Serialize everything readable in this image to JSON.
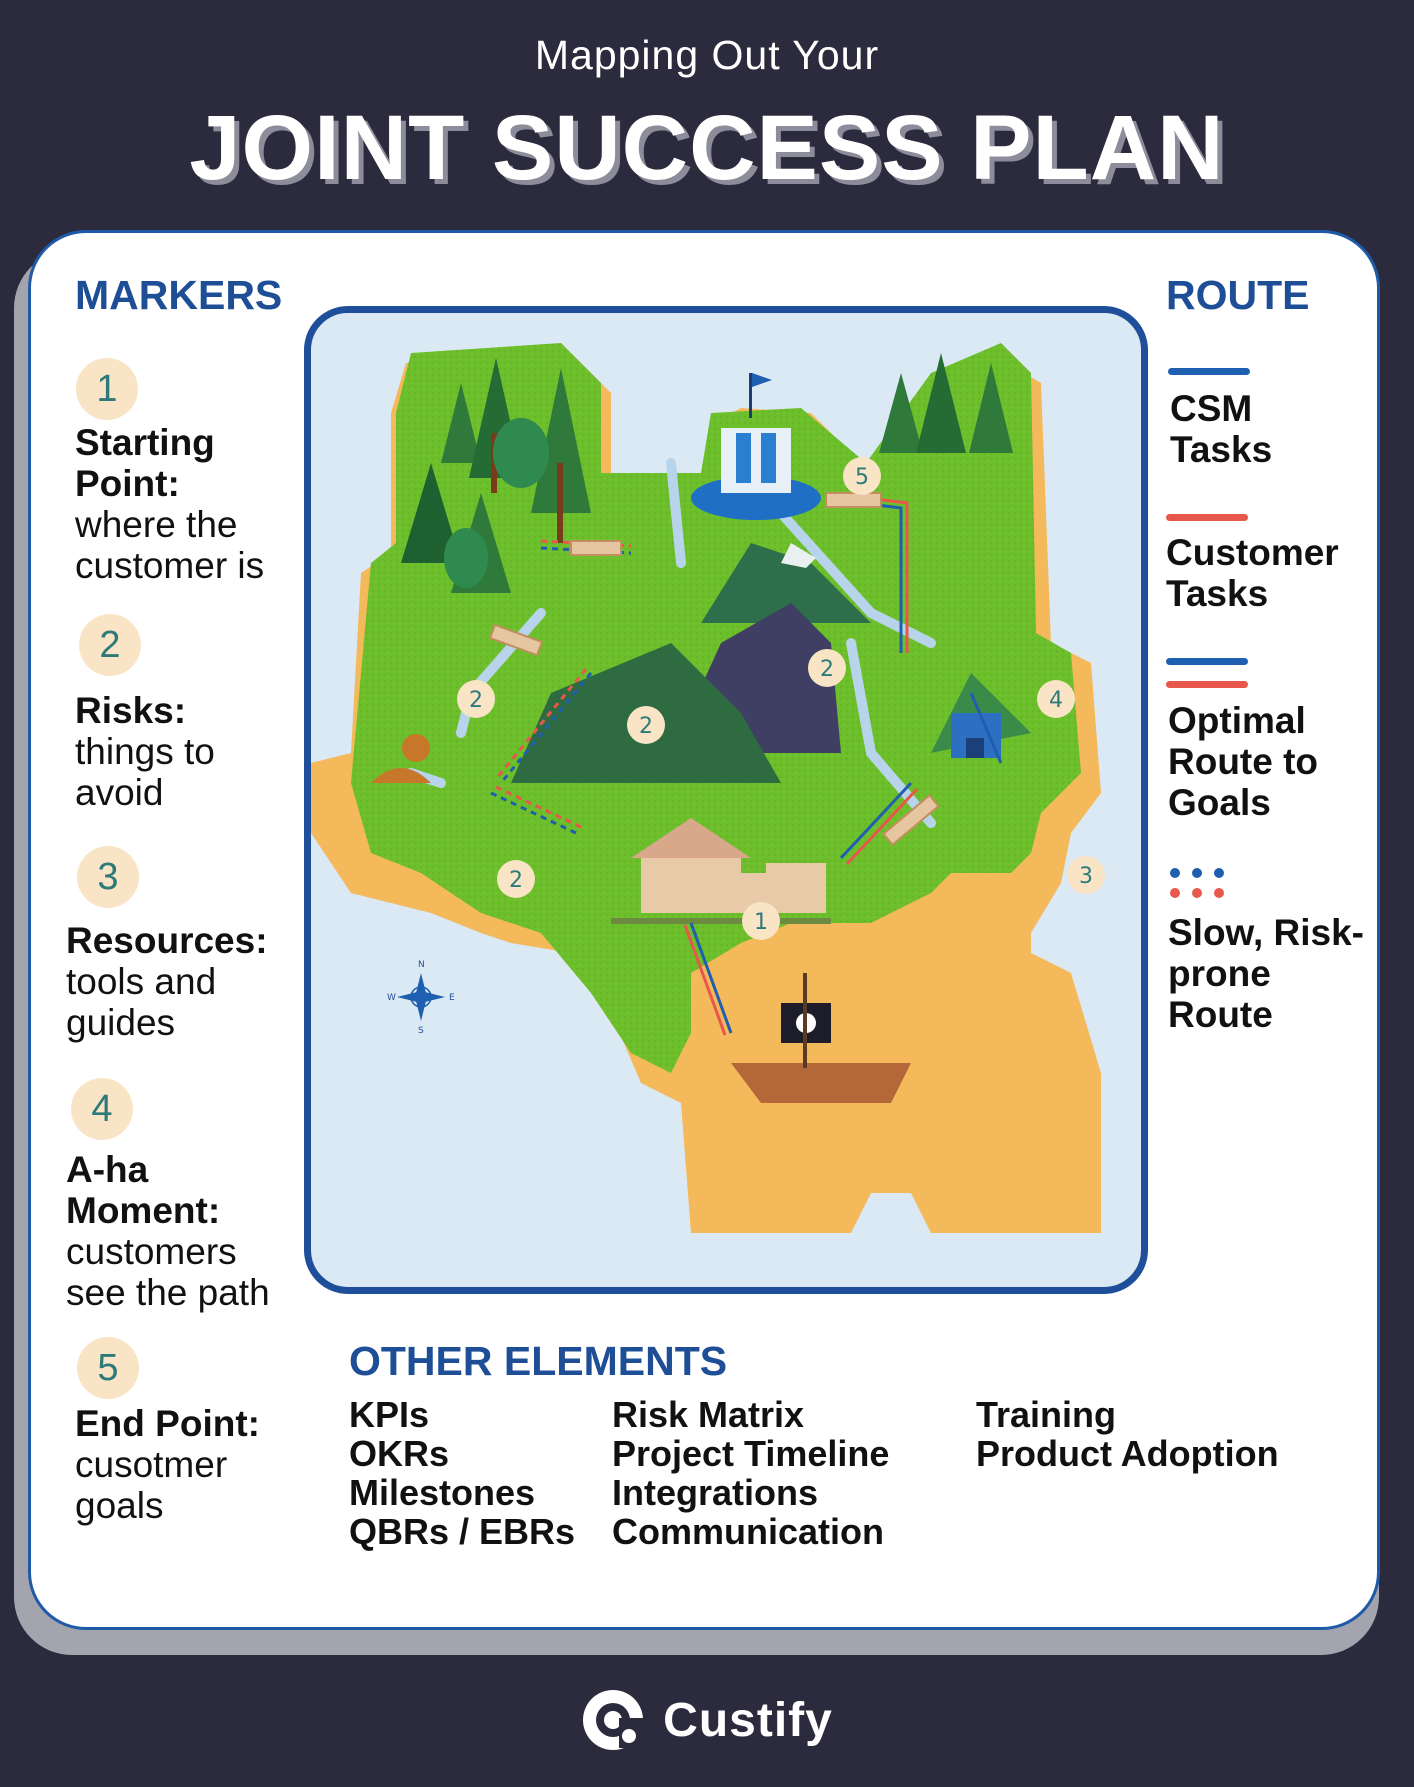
{
  "header": {
    "subtitle": "Mapping Out Your",
    "title": "JOINT SUCCESS PLAN"
  },
  "markers": {
    "heading": "MARKERS",
    "items": [
      {
        "num": "1",
        "bold": "Starting Point:",
        "text": "where the customer is"
      },
      {
        "num": "2",
        "bold": "Risks:",
        "text": "things to avoid"
      },
      {
        "num": "3",
        "bold": "Resources:",
        "text": "tools and guides"
      },
      {
        "num": "4",
        "bold": "A-ha Moment:",
        "text": "customers see the path"
      },
      {
        "num": "5",
        "bold": "End Point:",
        "text": "cusotmer goals"
      }
    ]
  },
  "route": {
    "heading": "ROUTE",
    "items": [
      {
        "label": "CSM Tasks",
        "color": "#1f5fb0"
      },
      {
        "label": "Customer Tasks",
        "color": "#e8574b"
      },
      {
        "label": "Optimal Route to Goals",
        "color": "#1f5fb0",
        "color2": "#e8574b"
      },
      {
        "label": "Slow, Risk-prone Route",
        "color": "#1f5fb0",
        "color2": "#e8574b"
      }
    ]
  },
  "map": {
    "markers": [
      "5",
      "2",
      "2",
      "2",
      "4",
      "2",
      "3",
      "1"
    ],
    "compass": [
      "N",
      "E",
      "S",
      "W"
    ],
    "colors": {
      "water": "#dbe9f4",
      "land": "#6cbf2a",
      "sand": "#f4b95a",
      "river": "#b8d4ea"
    }
  },
  "other_elements": {
    "heading": "OTHER ELEMENTS",
    "col1": [
      "KPIs",
      "OKRs",
      "Milestones",
      "QBRs / EBRs"
    ],
    "col2": [
      "Risk Matrix",
      "Project Timeline",
      "Integrations",
      "Communication"
    ],
    "col3": [
      "Training",
      "Product Adoption"
    ]
  },
  "footer": {
    "brand": "Custify"
  }
}
